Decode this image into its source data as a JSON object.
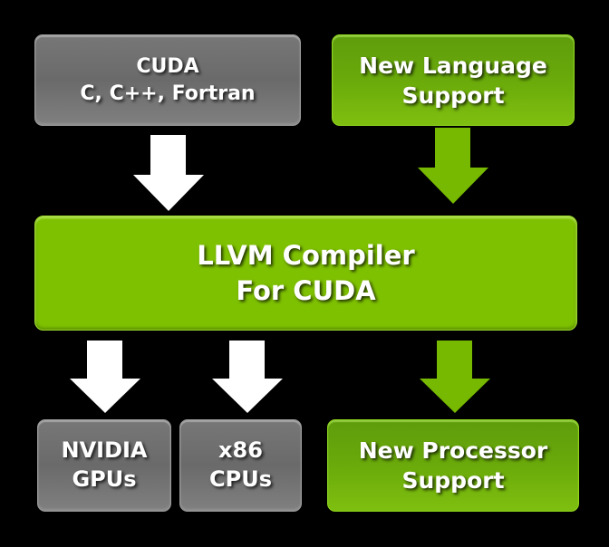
{
  "diagram": {
    "title": "LLVM Compiler for CUDA architecture",
    "colors": {
      "background": "#000000",
      "gray_box": "#707070",
      "green_box": "#6aaa0a",
      "compiler_box": "#7ec100",
      "white_arrow": "#ffffff",
      "green_arrow": "#76b900"
    },
    "nodes": {
      "cuda": {
        "lines": [
          "CUDA",
          "C, C++, Fortran"
        ]
      },
      "new_language": {
        "lines": [
          "New Language",
          "Support"
        ]
      },
      "llvm": {
        "lines": [
          "LLVM Compiler",
          "For CUDA"
        ]
      },
      "nvidia_gpus": {
        "lines": [
          "NVIDIA",
          "GPUs"
        ]
      },
      "x86_cpus": {
        "lines": [
          "x86",
          "CPUs"
        ]
      },
      "new_processor": {
        "lines": [
          "New Processor",
          "Support"
        ]
      }
    },
    "edges": [
      {
        "from": "cuda",
        "to": "llvm",
        "color": "white"
      },
      {
        "from": "new_language",
        "to": "llvm",
        "color": "green"
      },
      {
        "from": "llvm",
        "to": "nvidia_gpus",
        "color": "white"
      },
      {
        "from": "llvm",
        "to": "x86_cpus",
        "color": "white"
      },
      {
        "from": "llvm",
        "to": "new_processor",
        "color": "green"
      }
    ]
  }
}
